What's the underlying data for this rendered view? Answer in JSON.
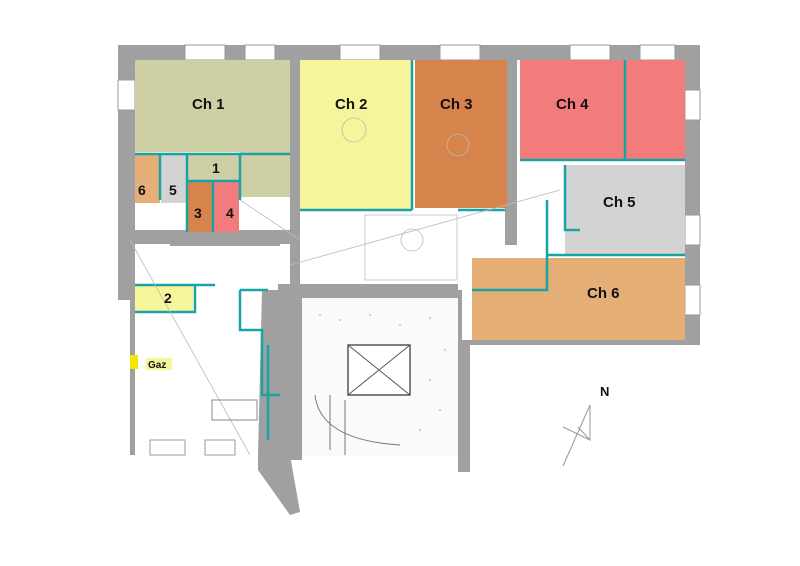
{
  "plan": {
    "rooms": [
      {
        "label": "Ch 1",
        "color": "#cfcfa6"
      },
      {
        "label": "Ch 2",
        "color": "#f6f59c"
      },
      {
        "label": "Ch 3",
        "color": "#d6834c"
      },
      {
        "label": "Ch 4",
        "color": "#f27c7c"
      },
      {
        "label": "Ch 5",
        "color": "#d3d3d3"
      },
      {
        "label": "Ch 6",
        "color": "#e4ae76"
      }
    ],
    "small_rooms": [
      {
        "label": "1",
        "color": "#cfcfa6"
      },
      {
        "label": "2",
        "color": "#f6f59c"
      },
      {
        "label": "3",
        "color": "#d6834c"
      },
      {
        "label": "4",
        "color": "#f27c7c"
      },
      {
        "label": "5",
        "color": "#d3d3d3"
      },
      {
        "label": "6",
        "color": "#e4ae76"
      }
    ],
    "gas_label": "Gaz",
    "gas_color": "#f6f59c",
    "wall_color": "#a0a0a0",
    "partition_color": "#1aa3a3",
    "north_label": "N"
  }
}
